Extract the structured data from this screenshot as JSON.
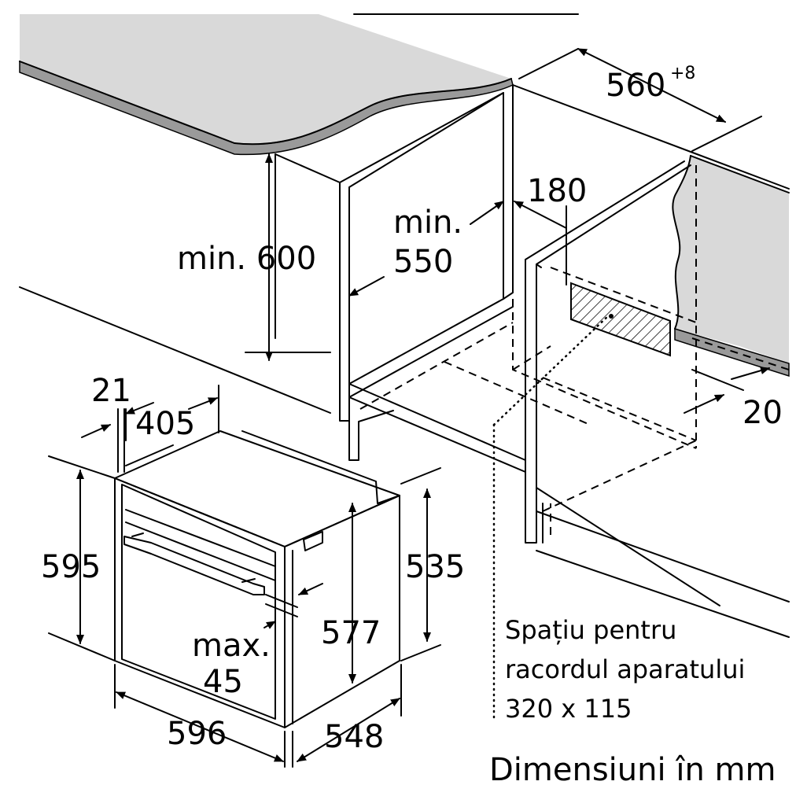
{
  "figure": {
    "colors": {
      "countertop": "#d9d9d9",
      "countertop_edge": "#9a9a9a",
      "line": "#000000",
      "background": "#ffffff"
    }
  },
  "dimensions": {
    "cabinet_width": "560",
    "cabinet_width_tolerance": "+8",
    "min_height_label": "min. 600",
    "min_depth_line1": "min.",
    "min_depth_line2": "550",
    "vent_offset": "180",
    "rear_gap": "20",
    "front_trim": "21",
    "depth_405": "405",
    "oven_height": "595",
    "body_height": "535",
    "inner_height": "577",
    "max_line1": "max.",
    "max_line2": "45",
    "oven_width": "596",
    "oven_depth": "548"
  },
  "notes": {
    "connection_line1": "Spațiu pentru",
    "connection_line2": "racordul aparatului",
    "connection_line3": "320 x 115"
  },
  "caption": "Dimensiuni în mm"
}
